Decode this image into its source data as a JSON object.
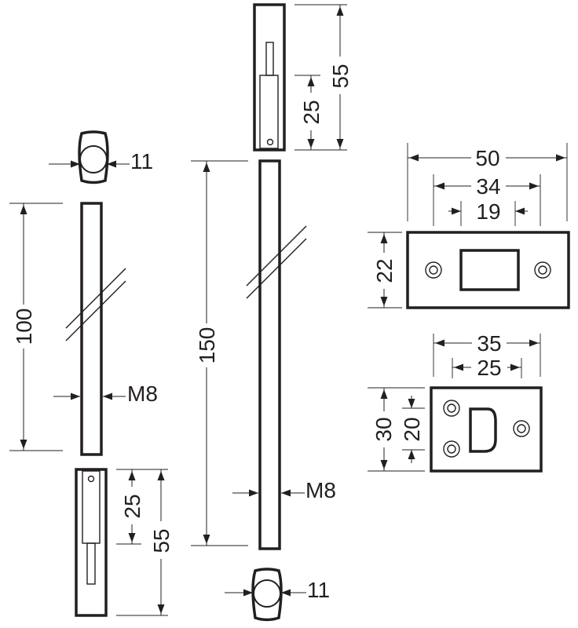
{
  "labels": {
    "knob_top_width": "11",
    "bolt_left_length": "100",
    "thread_left": "M8",
    "bolt_left_bottom_inner": "25",
    "bolt_left_bottom_overall": "55",
    "bolt_mid_top_overall": "55",
    "bolt_mid_top_inner": "25",
    "bolt_mid_length": "150",
    "thread_mid": "M8",
    "knob_bottom_width": "11",
    "plate_overall_width": "50",
    "plate_hole_spacing": "34",
    "plate_slot_width": "19",
    "plate_height": "22",
    "keeper_overall_width": "35",
    "keeper_hole_spacing": "25",
    "keeper_height": "30",
    "keeper_inner_height": "20"
  }
}
